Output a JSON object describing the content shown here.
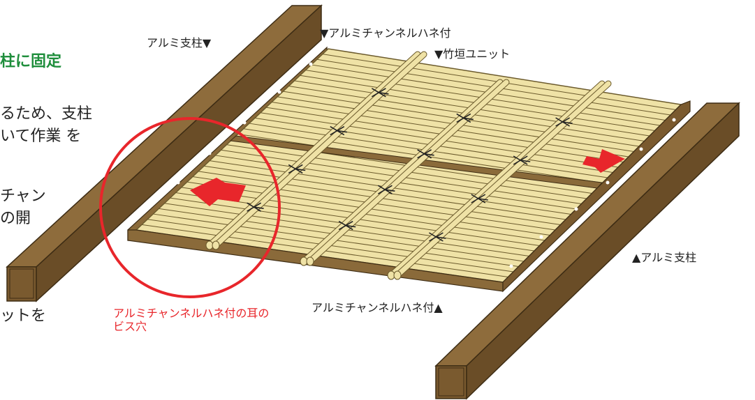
{
  "heading_fragment": "柱に固定",
  "body_fragments": [
    "るため、支柱",
    "いて作業 を",
    "チャン",
    "の開",
    "ットを"
  ],
  "labels": {
    "alumi_post_top": "アルミ支柱▼",
    "channel_top": "▼アルミチャンネルハネ付",
    "bamboo_unit": "▼竹垣ユニット",
    "alumi_post_bottom": "▲アルミ支柱",
    "channel_bottom": "アルミチャンネルハネ付▲",
    "screw_hole_note": "アルミチャンネルハネ付の耳のビス穴"
  },
  "colors": {
    "post": "#7a5a2f",
    "post_light": "#9a7a48",
    "bamboo": "#efe2a6",
    "bamboo_line": "#6b5a2c",
    "channel": "#8a6a3a",
    "arrow": "#e8262b",
    "heading": "#1f8e3c"
  }
}
